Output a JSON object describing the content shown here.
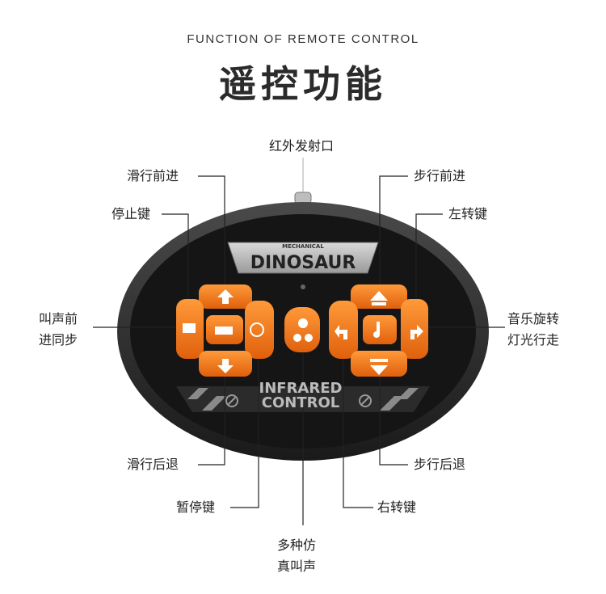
{
  "header": {
    "subtitle": "FUNCTION OF REMOTE CONTROL",
    "title": "遥控功能"
  },
  "remote": {
    "brand_small": "MECHANICAL",
    "brand_big": "DINOSAUR",
    "panel_line1": "INFRARED",
    "panel_line2": "CONTROL"
  },
  "labels": {
    "infrared_port": "红外发射口",
    "slide_forward": "滑行前进",
    "stop": "停止键",
    "roar_walk_line1": "叫声前",
    "roar_walk_line2": "进同步",
    "slide_backward": "滑行后退",
    "pause": "暂停键",
    "sounds_line1": "多种仿",
    "sounds_line2": "真叫声",
    "walk_forward": "步行前进",
    "turn_left": "左转键",
    "music_line1": "音乐旋转",
    "music_line2": "灯光行走",
    "walk_backward": "步行后退",
    "turn_right": "右转键"
  },
  "colors": {
    "accent": "#f07a1c",
    "body": "#1c1c1c",
    "rim": "#3a3a3a"
  }
}
